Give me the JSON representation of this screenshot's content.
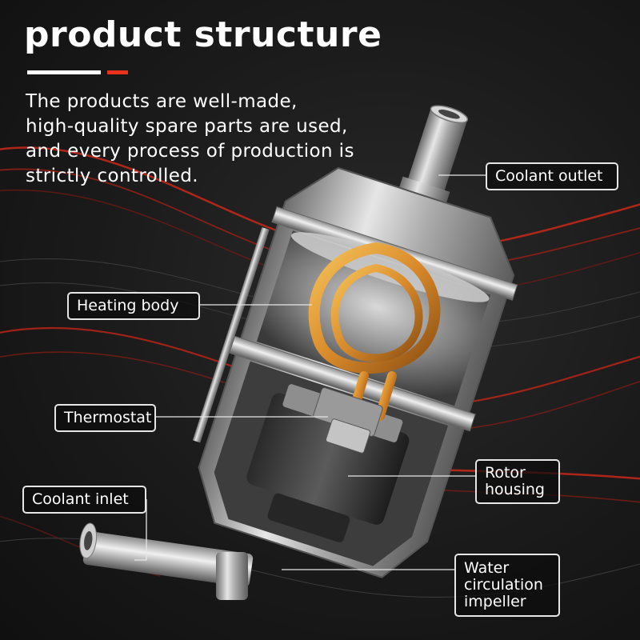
{
  "header": {
    "title": "product structure",
    "tagline_lines": [
      "The products are well-made,",
      "high-quality spare parts are used,",
      "and every process of production is",
      "strictly controlled."
    ]
  },
  "callouts": {
    "coolant_outlet": "Coolant outlet",
    "heating_body": "Heating body",
    "thermostat": "Thermostat",
    "rotor_housing_lines": [
      "Rotor",
      "housing"
    ],
    "coolant_inlet": "Coolant inlet",
    "impeller_lines": [
      "Water",
      "circulation",
      "impeller"
    ]
  },
  "colors": {
    "accent_red": "#e8301a",
    "background": "#1a1a1a",
    "copper": "#d98a2b",
    "metal": "#b8b8b8"
  }
}
